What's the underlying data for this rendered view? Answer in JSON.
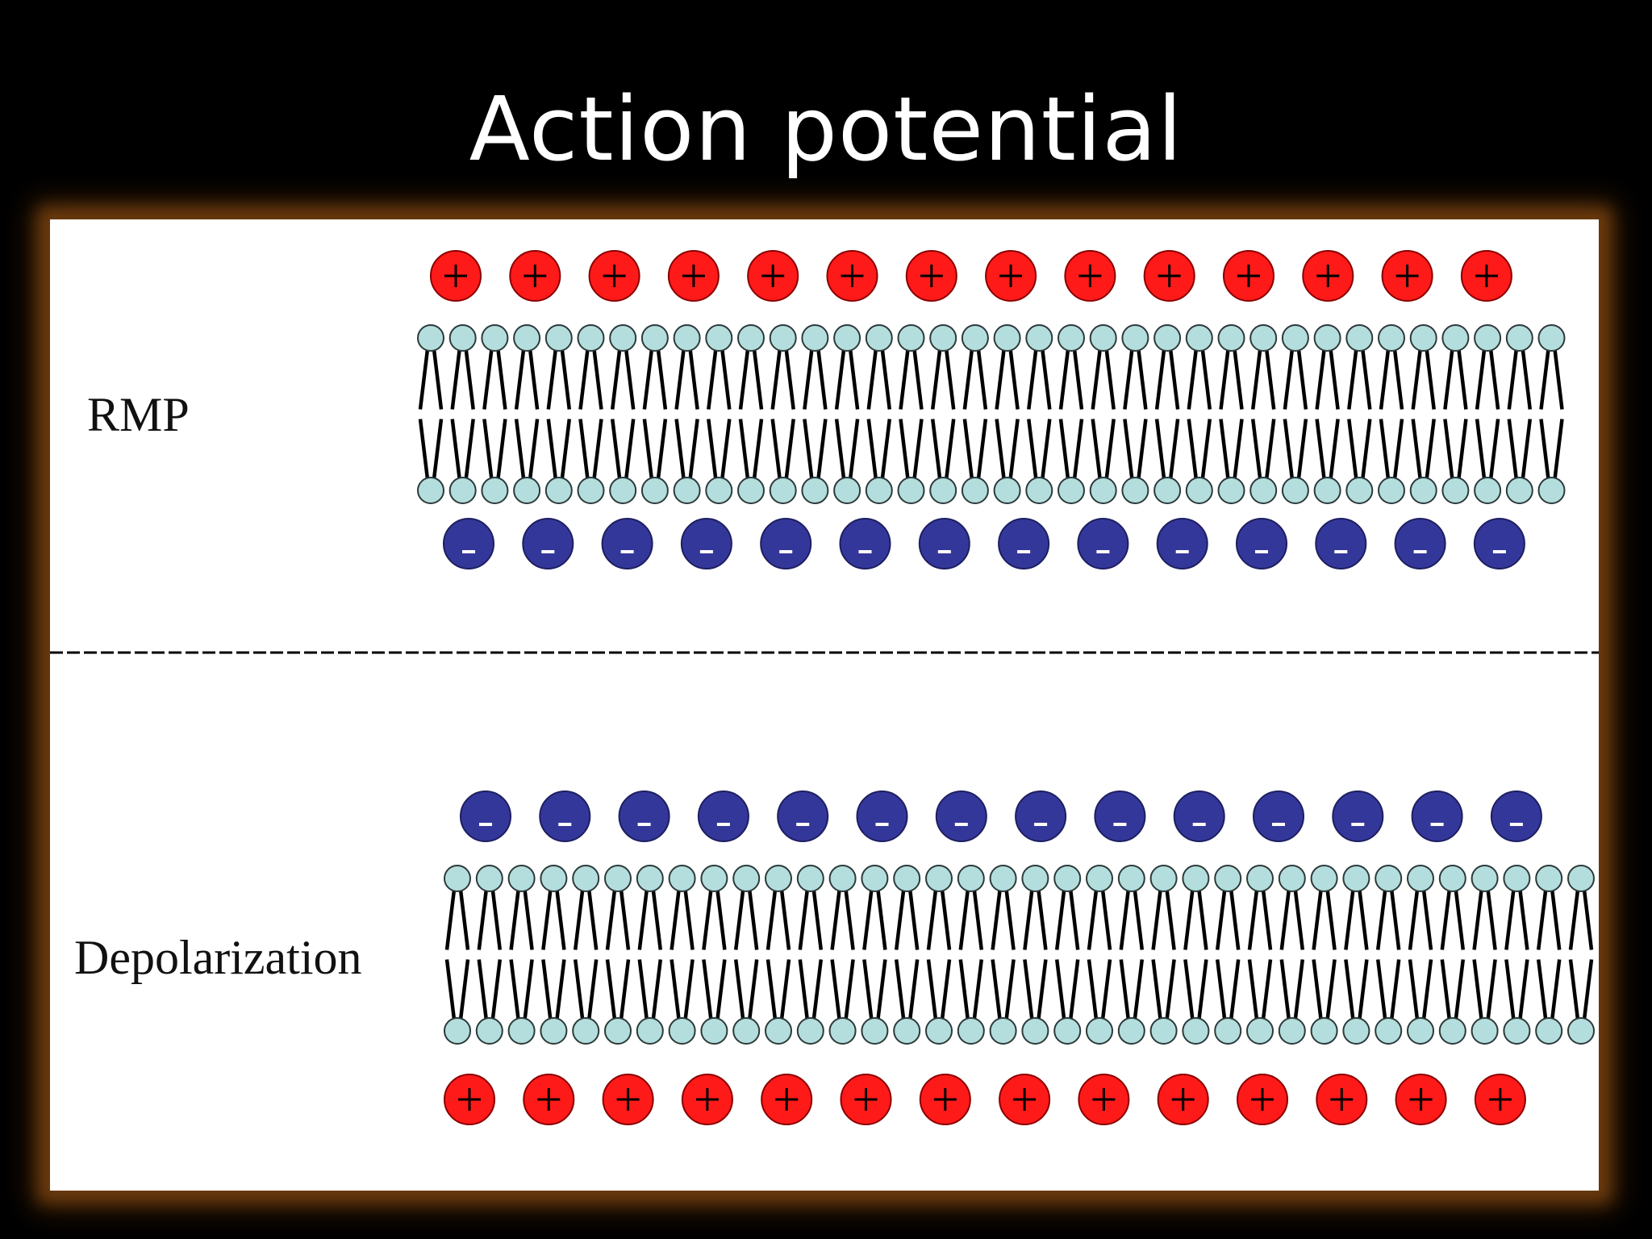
{
  "slide": {
    "title": "Action potential"
  },
  "panels": [
    {
      "label": "RMP",
      "outer_charge": "+",
      "inner_charge": "-",
      "ion_count": 14,
      "lipid_count": 36
    },
    {
      "label": "Depolarization",
      "outer_charge": "-",
      "inner_charge": "+",
      "ion_count": 14,
      "lipid_count": 36
    }
  ],
  "colors": {
    "background": "#000000",
    "panel": "#ffffff",
    "panel_glow": "#6b3a0e",
    "positive_ion": "#ff1a1a",
    "negative_ion": "#34379a",
    "lipid_head": "#b4dedd",
    "lipid_tail": "#000000"
  }
}
